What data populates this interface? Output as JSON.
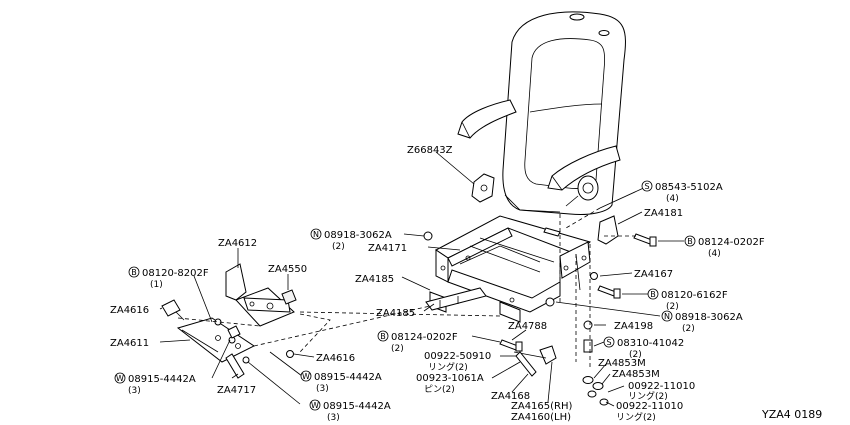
{
  "diagram": {
    "reference": "YZA4 0189",
    "labels": {
      "z66843z": "Z66843Z",
      "s08543": "08543-5102A",
      "s08543_qty": "(4)",
      "za4181": "ZA4181",
      "b08124_top": "08124-0202F",
      "b08124_top_qty": "(4)",
      "n08918_top": "08918-3062A",
      "n08918_top_qty": "(2)",
      "za4171": "ZA4171",
      "za4612": "ZA4612",
      "za4550": "ZA4550",
      "b08120_8202f": "08120-8202F",
      "b08120_8202f_qty": "(1)",
      "za4185_a": "ZA4185",
      "za4185_b": "ZA4185",
      "za4167": "ZA4167",
      "b08120_6162f": "08120-6162F",
      "b08120_6162f_qty": "(2)",
      "za4616_left": "ZA4616",
      "za4611": "ZA4611",
      "za4616_right": "ZA4616",
      "za4717": "ZA4717",
      "w08915_a": "08915-4442A",
      "w08915_a_qty": "(3)",
      "w08915_b": "08915-4442A",
      "w08915_b_qty": "(3)",
      "w08915_c": "08915-4442A",
      "w08915_c_qty": "(3)",
      "b08124_low": "08124-0202F",
      "b08124_low_qty": "(2)",
      "za4788": "ZA4788",
      "za4198": "ZA4198",
      "n08918_low": "08918-3062A",
      "n08918_low_qty": "(2)",
      "s08310": "08310-41042",
      "s08310_qty": "(2)",
      "p00922_50910": "00922-50910",
      "p00922_50910_sub": "リング(2)",
      "p00923": "00923-1061A",
      "p00923_sub": "ピン(2)",
      "za4168": "ZA4168",
      "za4853m_a": "ZA4853M",
      "za4853m_b": "ZA4853M",
      "p00922_11010_a": "00922-11010",
      "p00922_11010_a_sub": "リング(2)",
      "p00922_11010_b": "00922-11010",
      "p00922_11010_b_sub": "リング(2)",
      "za4165": "ZA4165(RH)",
      "za4160": "ZA4160(LH)"
    },
    "markers": {
      "s": "S",
      "b": "B",
      "n": "N",
      "w": "W"
    }
  }
}
